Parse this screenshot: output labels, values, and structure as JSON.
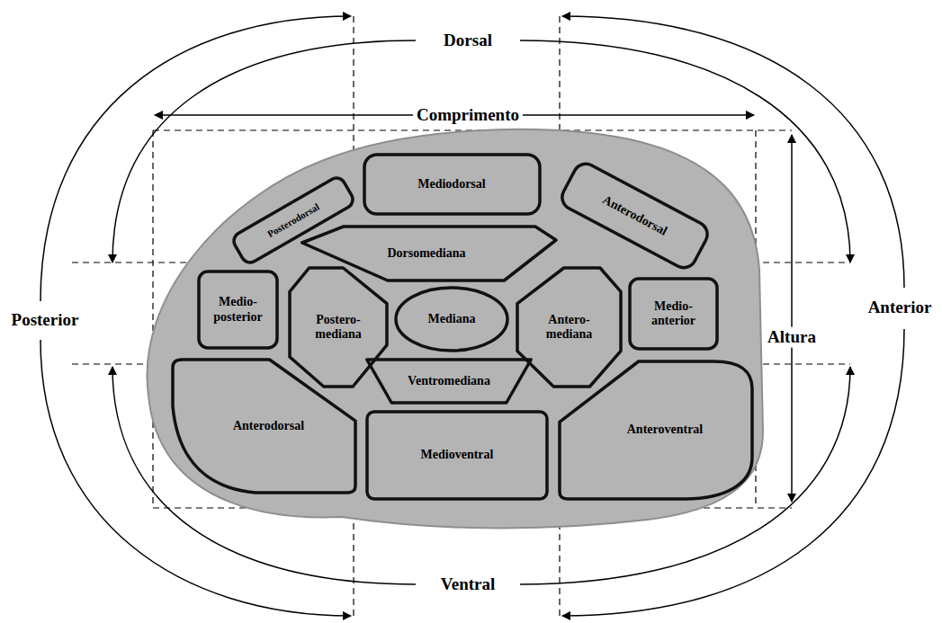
{
  "diagram": {
    "nodes": [
      {
        "text": [
          "Posterodorsal"
        ]
      },
      {
        "text": [
          "Mediodorsal"
        ]
      },
      {
        "text": [
          "Anterodorsal"
        ]
      },
      {
        "text": [
          "Dorsomediana"
        ]
      },
      {
        "text": [
          "Medio- posterior"
        ]
      },
      {
        "text": [
          "Postero- mediana"
        ]
      },
      {
        "text": [
          "Mediana"
        ]
      },
      {
        "text": [
          "Antero- mediana"
        ]
      },
      {
        "text": [
          "Medio- anterior"
        ]
      },
      {
        "text": [
          "Ventromediana"
        ]
      },
      {
        "text": [
          "Anterodorsal"
        ]
      },
      {
        "text": [
          "Medioventral"
        ]
      },
      {
        "text": [
          "Anteroventral"
        ]
      }
    ],
    "labels": [
      "Dorsal",
      "Comprimento",
      "Posterior",
      "Altura",
      "Anterior",
      "Ventral"
    ]
  }
}
